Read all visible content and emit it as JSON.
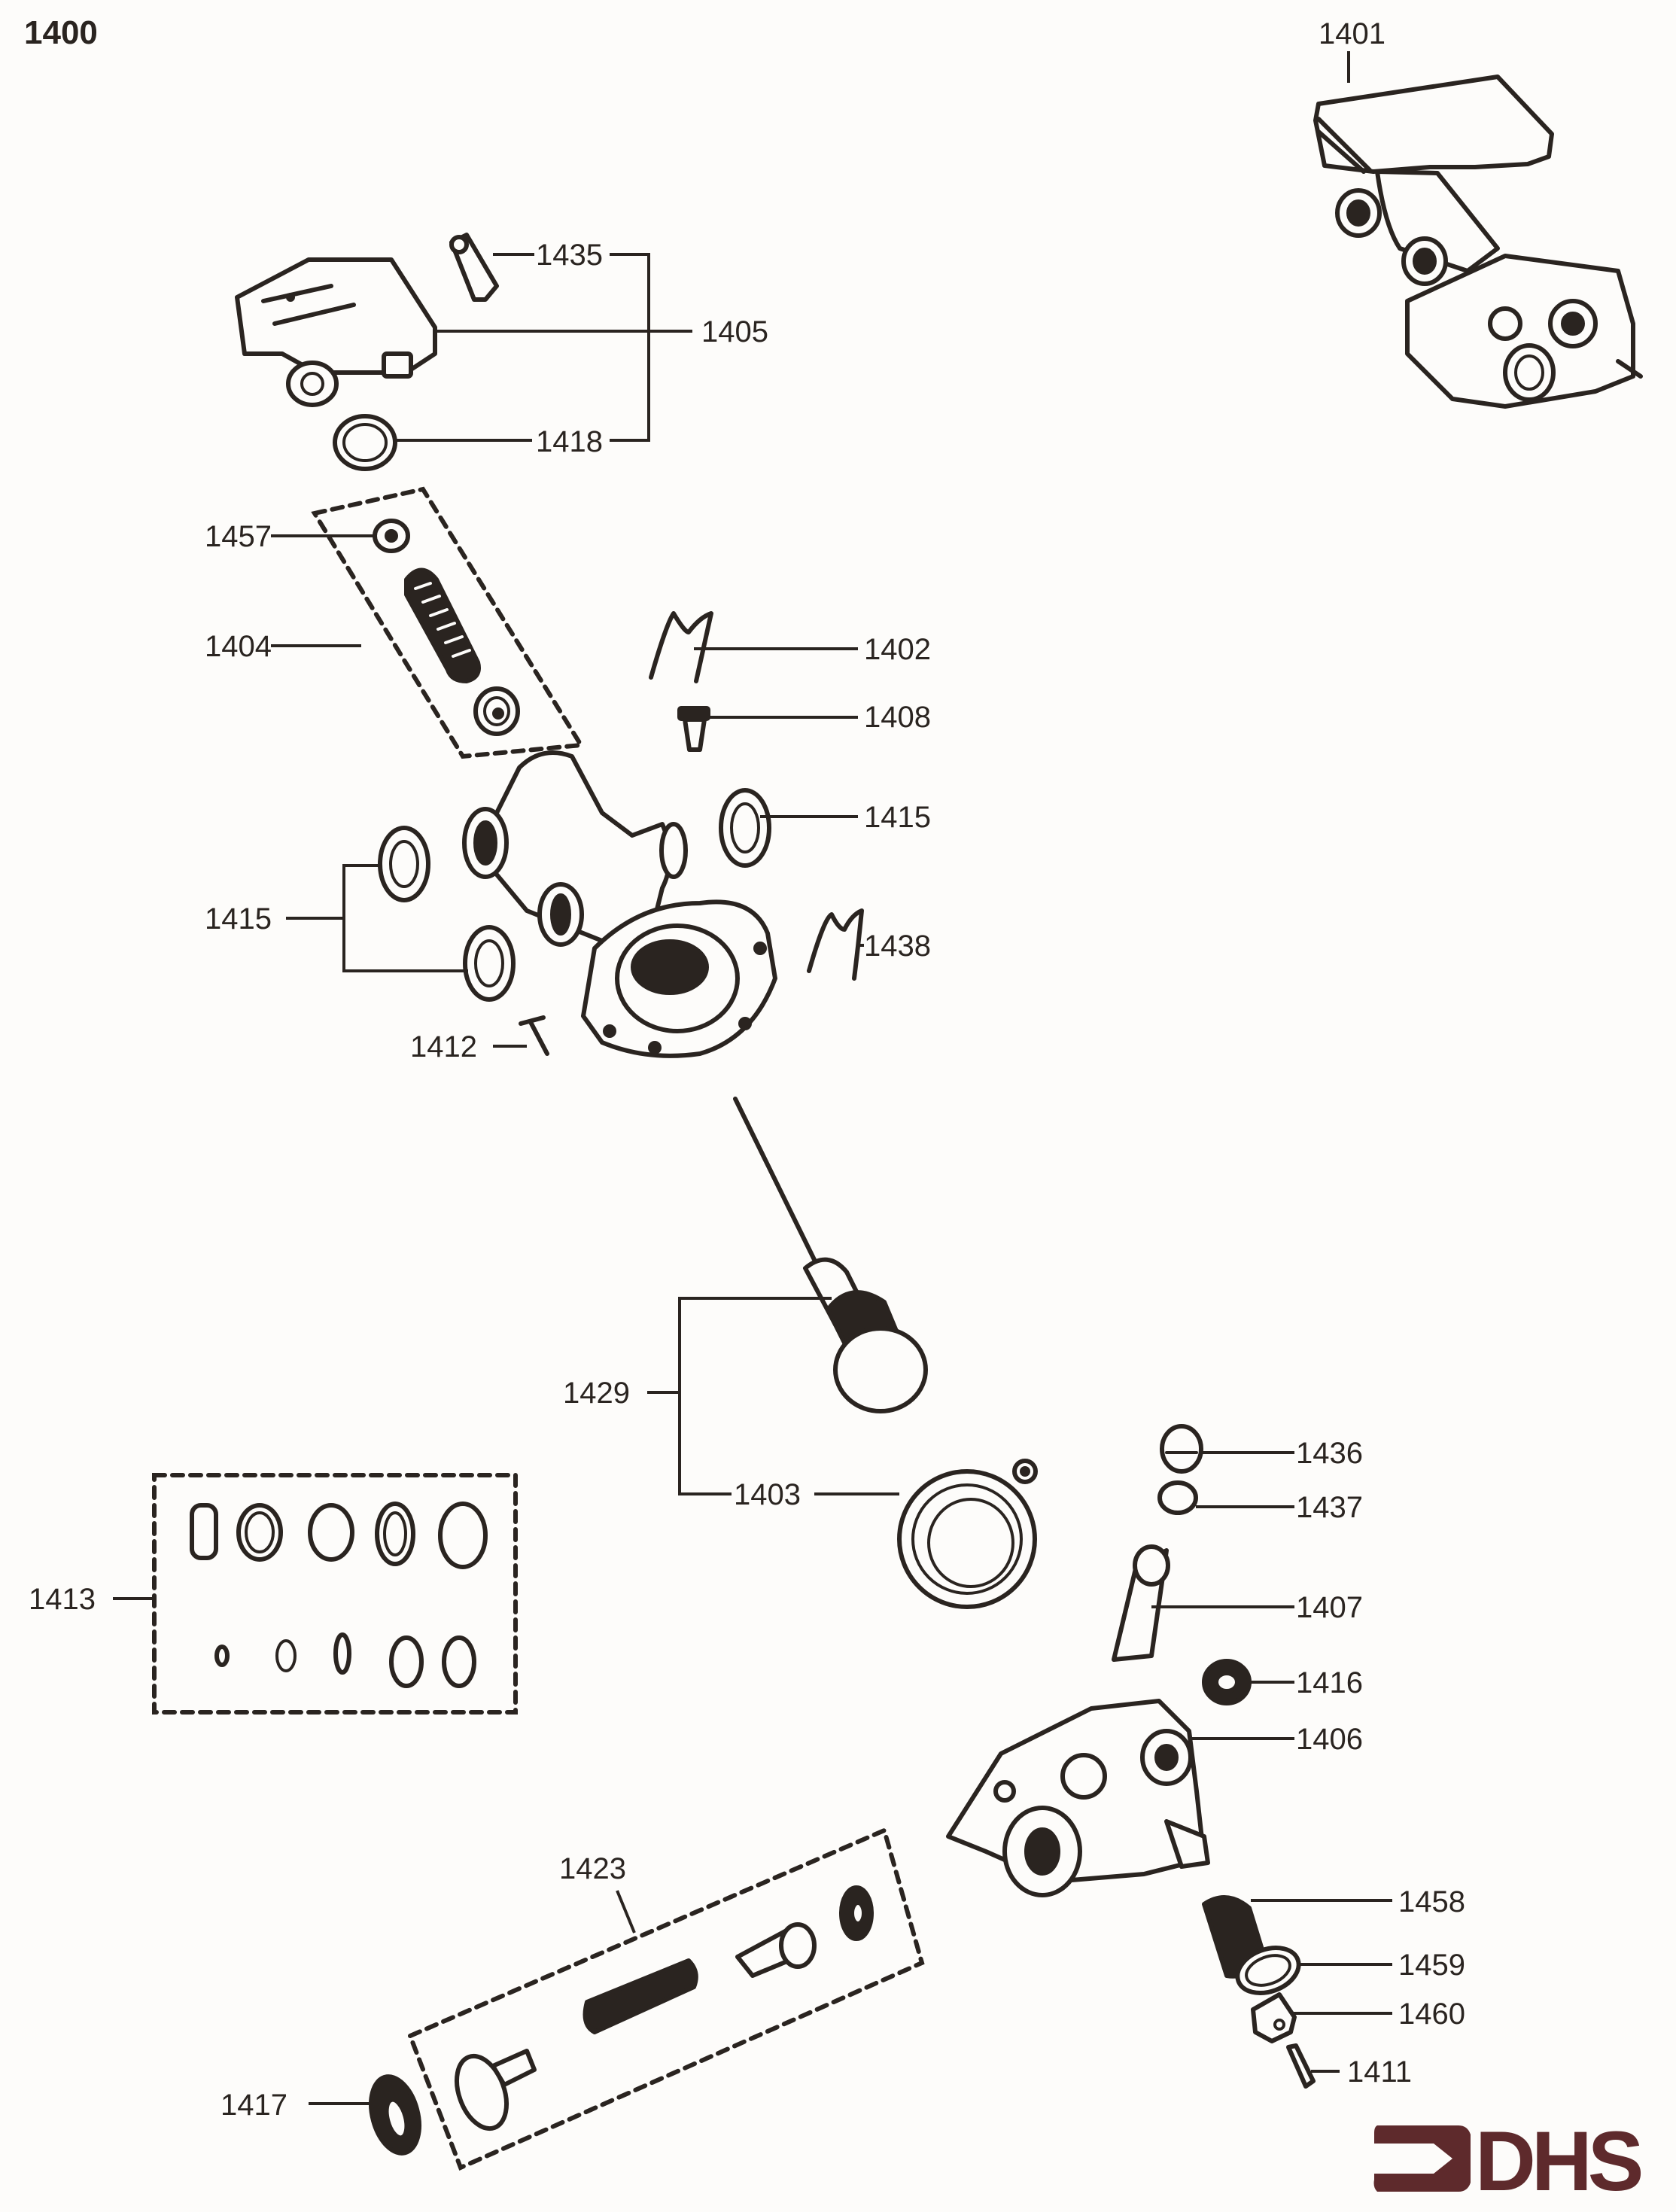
{
  "page": {
    "number": "1400",
    "logo_text": "DHS",
    "logo_color": "#5e2a2c",
    "ink_color": "#2a2420"
  },
  "callouts": {
    "p1401": "1401",
    "p1435": "1435",
    "p1405": "1405",
    "p1418": "1418",
    "p1457": "1457",
    "p1404": "1404",
    "p1402": "1402",
    "p1408": "1408",
    "p1415a": "1415",
    "p1415b": "1415",
    "p1438": "1438",
    "p1412": "1412",
    "p1429": "1429",
    "p1403": "1403",
    "p1436": "1436",
    "p1437": "1437",
    "p1413": "1413",
    "p1407": "1407",
    "p1416": "1416",
    "p1406": "1406",
    "p1423": "1423",
    "p1458": "1458",
    "p1459": "1459",
    "p1460": "1460",
    "p1411": "1411",
    "p1417": "1417"
  },
  "parts": [
    {
      "id": "1401",
      "icon": "assembled-valve-unit"
    },
    {
      "id": "1405",
      "icon": "valve-cover-housing"
    },
    {
      "id": "1435",
      "icon": "clip-plug"
    },
    {
      "id": "1418",
      "icon": "o-ring"
    },
    {
      "id": "1457",
      "icon": "seal-washer"
    },
    {
      "id": "1404",
      "icon": "spring-kit"
    },
    {
      "id": "1402",
      "icon": "retaining-clip"
    },
    {
      "id": "1408",
      "icon": "screw-plug"
    },
    {
      "id": "1415",
      "icon": "gasket-washer"
    },
    {
      "id": "1438",
      "icon": "retaining-clip"
    },
    {
      "id": "1412",
      "icon": "small-pin"
    },
    {
      "id": "1429",
      "icon": "piston-rod-assembly"
    },
    {
      "id": "1403",
      "icon": "diaphragm-gasket"
    },
    {
      "id": "1436",
      "icon": "cap-nut"
    },
    {
      "id": "1437",
      "icon": "o-ring"
    },
    {
      "id": "1413",
      "icon": "o-ring-set"
    },
    {
      "id": "1407",
      "icon": "shaft-pin"
    },
    {
      "id": "1416",
      "icon": "seal-washer"
    },
    {
      "id": "1406",
      "icon": "valve-body"
    },
    {
      "id": "1423",
      "icon": "check-valve-kit"
    },
    {
      "id": "1458",
      "icon": "filter-screen"
    },
    {
      "id": "1459",
      "icon": "o-ring"
    },
    {
      "id": "1460",
      "icon": "hex-nut"
    },
    {
      "id": "1411",
      "icon": "nipple-fitting"
    },
    {
      "id": "1417",
      "icon": "seal-disc"
    }
  ]
}
